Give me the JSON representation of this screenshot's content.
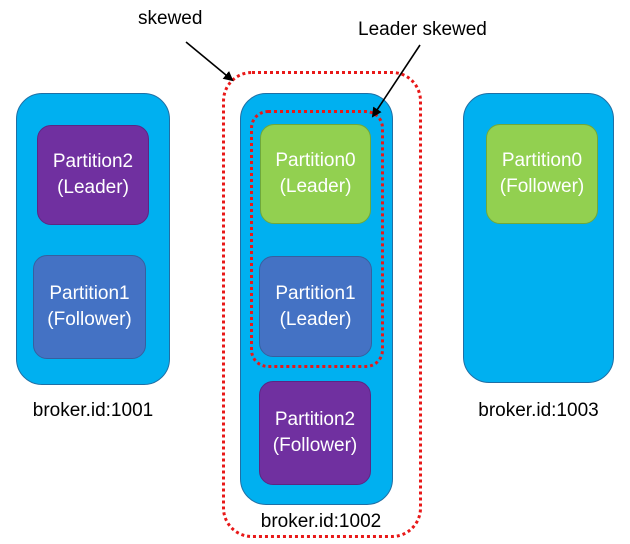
{
  "annotations": {
    "skewed": "skewed",
    "leader_skewed": "Leader skewed"
  },
  "brokers": [
    {
      "label": "broker.id:1001",
      "partitions": [
        {
          "name": "Partition2",
          "role": "(Leader)",
          "color": "#7030a0"
        },
        {
          "name": "Partition1",
          "role": "(Follower)",
          "color": "#4472c4"
        }
      ]
    },
    {
      "label": "broker.id:1002",
      "partitions": [
        {
          "name": "Partition0",
          "role": "(Leader)",
          "color": "#92d050"
        },
        {
          "name": "Partition1",
          "role": "(Leader)",
          "color": "#4472c4"
        },
        {
          "name": "Partition2",
          "role": "(Follower)",
          "color": "#7030a0"
        }
      ]
    },
    {
      "label": "broker.id:1003",
      "partitions": [
        {
          "name": "Partition0",
          "role": "(Follower)",
          "color": "#92d050"
        }
      ]
    }
  ],
  "colors": {
    "broker_fill": "#00b0f0",
    "highlight_dotted": "#e81818"
  }
}
